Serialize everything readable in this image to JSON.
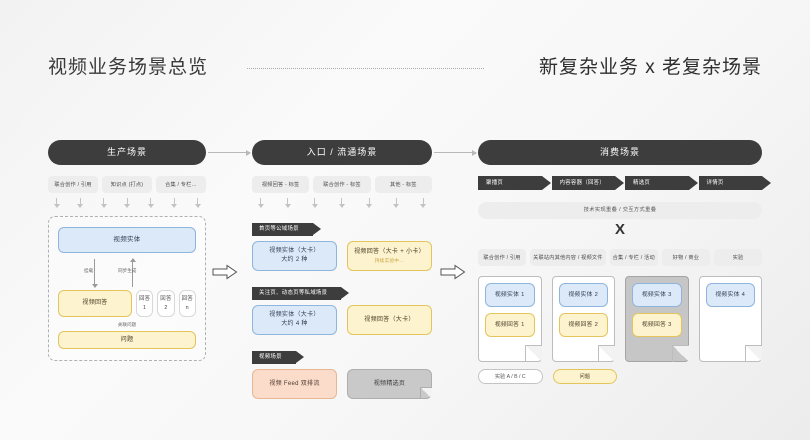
{
  "header": {
    "title_left": "视频业务场景总览",
    "title_right": "新复杂业务 x 老复杂场景"
  },
  "production": {
    "band_label": "生产场景",
    "chips": [
      "联合创作 / 引用",
      "知识点 (打点)",
      "合集 / 专栏…"
    ],
    "arrow_count": 7,
    "entity_card": "视频实体",
    "flow_left_label": "挂载",
    "flow_right_label": "同步生成",
    "answer_main": "视频回答",
    "answer_items": [
      "回答 1",
      "回答 2",
      "回答 n"
    ],
    "relation_label": "关联问题",
    "question_bar": "问题"
  },
  "entry": {
    "band_label": "入口 / 流通场景",
    "chips": [
      "视频回答 - 标签",
      "联合创作 - 标签",
      "其他 - 标签"
    ],
    "arrow_count": 7,
    "groups": [
      {
        "flag": "首页等公域场景",
        "left_card": {
          "title": "视频实体（大卡）",
          "sub": "大约 2 种",
          "note": ""
        },
        "right_card": {
          "title": "视频回答（大卡 + 小卡）",
          "sub": "",
          "note": "持续实验中…"
        }
      },
      {
        "flag": "关注页、动态页等私域场景",
        "left_card": {
          "title": "视频实体（大卡）",
          "sub": "大约 4 种",
          "note": ""
        },
        "right_card": {
          "title": "视频回答（大卡）",
          "sub": "",
          "note": ""
        }
      },
      {
        "flag": "视频场景",
        "left_card": {
          "title": "视频 Feed 双排流",
          "sub": "",
          "note": ""
        },
        "right_card": {
          "title": "视频精选页",
          "sub": "",
          "note": ""
        }
      }
    ]
  },
  "consumption": {
    "band_label": "消费场景",
    "flags": [
      "聚播页",
      "内容容器（回答）",
      "精选页",
      "详情页"
    ],
    "overlap_bar": "技术实现重叠 / 交互方式重叠",
    "x_mark": "X",
    "chips": [
      "联合创作 / 引用",
      "关联站内其他内容 / 视频文件",
      "合集 / 专栏 / 活动",
      "好物 / 商业",
      "实验"
    ],
    "pages": [
      {
        "entity": "视频实体 1",
        "answer": "视频回答 1",
        "shaded": false
      },
      {
        "entity": "视频实体 2",
        "answer": "视频回答 2",
        "shaded": false
      },
      {
        "entity": "视频实体 3",
        "answer": "视频回答 3",
        "shaded": true
      },
      {
        "entity": "视频实体 4",
        "answer": "",
        "shaded": false
      }
    ],
    "tags": [
      "实验 A / B / C",
      "问题"
    ]
  },
  "colors": {
    "band": "#3d3d3d",
    "card_blue": "#dce9f8",
    "card_yellow": "#fdf3cf",
    "card_pink": "#fbdccb",
    "card_grey": "#c9c9c9",
    "note_accent": "#c9a13a"
  }
}
